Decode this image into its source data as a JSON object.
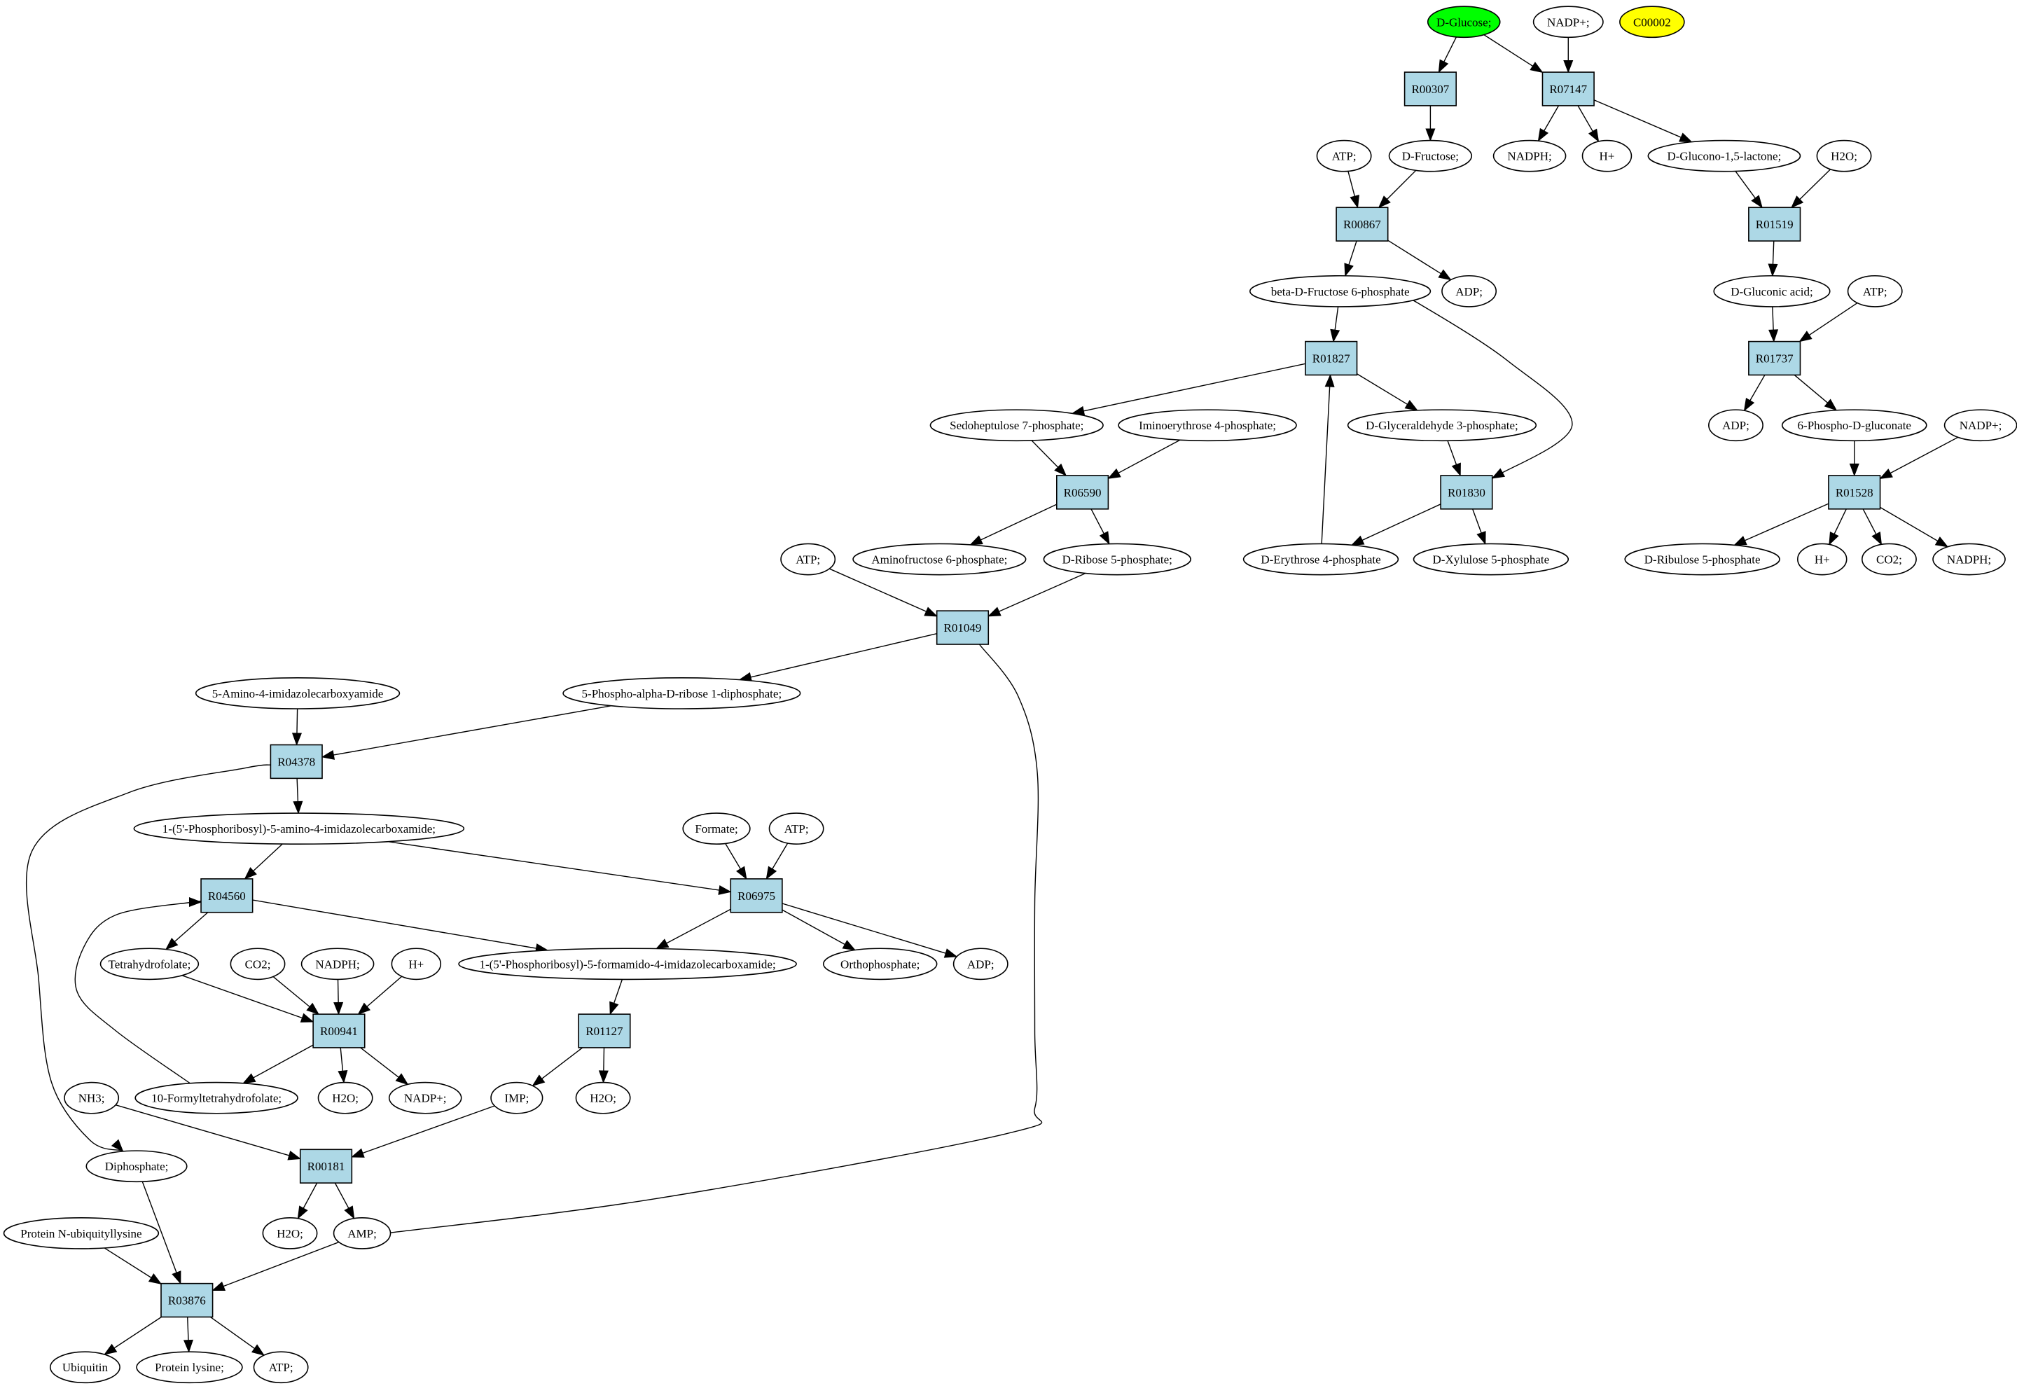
{
  "colors": {
    "reaction_fill": "#add8e6",
    "compound_fill": "#ffffff",
    "start_fill": "#00ff00",
    "target_fill": "#ffff00"
  },
  "reactions": [
    {
      "id": "R00307",
      "label": "R00307"
    },
    {
      "id": "R07147",
      "label": "R07147"
    },
    {
      "id": "R00867",
      "label": "R00867"
    },
    {
      "id": "R01519",
      "label": "R01519"
    },
    {
      "id": "R01827",
      "label": "R01827"
    },
    {
      "id": "R01737",
      "label": "R01737"
    },
    {
      "id": "R06590",
      "label": "R06590"
    },
    {
      "id": "R01830",
      "label": "R01830"
    },
    {
      "id": "R01528",
      "label": "R01528"
    },
    {
      "id": "R01049",
      "label": "R01049"
    },
    {
      "id": "R04378",
      "label": "R04378"
    },
    {
      "id": "R04560",
      "label": "R04560"
    },
    {
      "id": "R06975",
      "label": "R06975"
    },
    {
      "id": "R00941",
      "label": "R00941"
    },
    {
      "id": "R01127",
      "label": "R01127"
    },
    {
      "id": "R00181",
      "label": "R00181"
    },
    {
      "id": "R03876",
      "label": "R03876"
    }
  ],
  "compounds": [
    {
      "id": "glucose",
      "label": "D-Glucose;",
      "role": "start"
    },
    {
      "id": "nadp_a",
      "label": "NADP+;"
    },
    {
      "id": "c00002",
      "label": "C00002",
      "role": "target"
    },
    {
      "id": "atp_a",
      "label": "ATP;"
    },
    {
      "id": "fructose",
      "label": "D-Fructose;"
    },
    {
      "id": "nadph_a",
      "label": "NADPH;"
    },
    {
      "id": "h_a",
      "label": "H+"
    },
    {
      "id": "glucono",
      "label": "D-Glucono-1,5-lactone;"
    },
    {
      "id": "h2o_a",
      "label": "H2O;"
    },
    {
      "id": "f6p",
      "label": "beta-D-Fructose 6-phosphate"
    },
    {
      "id": "adp_a",
      "label": "ADP;"
    },
    {
      "id": "gluconic",
      "label": "D-Gluconic acid;"
    },
    {
      "id": "atp_b",
      "label": "ATP;"
    },
    {
      "id": "s7p",
      "label": "Sedoheptulose 7-phosphate;"
    },
    {
      "id": "iminoe4p",
      "label": "Iminoerythrose 4-phosphate;"
    },
    {
      "id": "g3p",
      "label": "D-Glyceraldehyde 3-phosphate;"
    },
    {
      "id": "adp_b",
      "label": "ADP;"
    },
    {
      "id": "pgluconate",
      "label": "6-Phospho-D-gluconate"
    },
    {
      "id": "nadp_b",
      "label": "NADP+;"
    },
    {
      "id": "atp_c",
      "label": "ATP;"
    },
    {
      "id": "aminof6p",
      "label": "Aminofructose 6-phosphate;"
    },
    {
      "id": "r5p",
      "label": "D-Ribose 5-phosphate;"
    },
    {
      "id": "e4p",
      "label": "D-Erythrose 4-phosphate"
    },
    {
      "id": "xu5p",
      "label": "D-Xylulose 5-phosphate"
    },
    {
      "id": "ru5p",
      "label": "D-Ribulose 5-phosphate"
    },
    {
      "id": "h_b",
      "label": "H+"
    },
    {
      "id": "co2_a",
      "label": "CO2;"
    },
    {
      "id": "nadph_b",
      "label": "NADPH;"
    },
    {
      "id": "aica",
      "label": "5-Amino-4-imidazolecarboxyamide"
    },
    {
      "id": "prpp",
      "label": "5-Phospho-alpha-D-ribose 1-diphosphate;"
    },
    {
      "id": "aicar",
      "label": "1-(5'-Phosphoribosyl)-5-amino-4-imidazolecarboxamide;"
    },
    {
      "id": "formate",
      "label": "Formate;"
    },
    {
      "id": "atp_d",
      "label": "ATP;"
    },
    {
      "id": "thf",
      "label": "Tetrahydrofolate;"
    },
    {
      "id": "co2_b",
      "label": "CO2;"
    },
    {
      "id": "nadph_c",
      "label": "NADPH;"
    },
    {
      "id": "h_c",
      "label": "H+"
    },
    {
      "id": "faicar",
      "label": "1-(5'-Phosphoribosyl)-5-formamido-4-imidazolecarboxamide;"
    },
    {
      "id": "pi",
      "label": "Orthophosphate;"
    },
    {
      "id": "adp_c",
      "label": "ADP;"
    },
    {
      "id": "nh3",
      "label": "NH3;"
    },
    {
      "id": "fthf",
      "label": "10-Formyltetrahydrofolate;"
    },
    {
      "id": "h2o_b",
      "label": "H2O;"
    },
    {
      "id": "nadp_c",
      "label": "NADP+;"
    },
    {
      "id": "imp",
      "label": "IMP;"
    },
    {
      "id": "h2o_c",
      "label": "H2O;"
    },
    {
      "id": "ppi",
      "label": "Diphosphate;"
    },
    {
      "id": "protub",
      "label": "Protein N-ubiquityllysine"
    },
    {
      "id": "h2o_d",
      "label": "H2O;"
    },
    {
      "id": "amp",
      "label": "AMP;"
    },
    {
      "id": "ubiquitin",
      "label": "Ubiquitin"
    },
    {
      "id": "protlys",
      "label": "Protein lysine;"
    },
    {
      "id": "atp_e",
      "label": "ATP;"
    }
  ],
  "edges": [
    [
      "glucose",
      "R00307"
    ],
    [
      "glucose",
      "R07147"
    ],
    [
      "nadp_a",
      "R07147"
    ],
    [
      "R00307",
      "fructose"
    ],
    [
      "R07147",
      "nadph_a"
    ],
    [
      "R07147",
      "h_a"
    ],
    [
      "R07147",
      "glucono"
    ],
    [
      "atp_a",
      "R00867"
    ],
    [
      "fructose",
      "R00867"
    ],
    [
      "glucono",
      "R01519"
    ],
    [
      "h2o_a",
      "R01519"
    ],
    [
      "R00867",
      "f6p"
    ],
    [
      "R00867",
      "adp_a"
    ],
    [
      "R01519",
      "gluconic"
    ],
    [
      "f6p",
      "R01827"
    ],
    [
      "f6p",
      "R01830"
    ],
    [
      "gluconic",
      "R01737"
    ],
    [
      "atp_b",
      "R01737"
    ],
    [
      "R01827",
      "s7p"
    ],
    [
      "R01827",
      "g3p"
    ],
    [
      "R01737",
      "adp_b"
    ],
    [
      "R01737",
      "pgluconate"
    ],
    [
      "s7p",
      "R06590"
    ],
    [
      "iminoe4p",
      "R06590"
    ],
    [
      "g3p",
      "R01830"
    ],
    [
      "pgluconate",
      "R01528"
    ],
    [
      "nadp_b",
      "R01528"
    ],
    [
      "R06590",
      "aminof6p"
    ],
    [
      "R06590",
      "r5p"
    ],
    [
      "R01830",
      "e4p"
    ],
    [
      "R01830",
      "xu5p"
    ],
    [
      "e4p",
      "R01827"
    ],
    [
      "R01528",
      "ru5p"
    ],
    [
      "R01528",
      "h_b"
    ],
    [
      "R01528",
      "co2_a"
    ],
    [
      "R01528",
      "nadph_b"
    ],
    [
      "atp_c",
      "R01049"
    ],
    [
      "r5p",
      "R01049"
    ],
    [
      "R01049",
      "prpp"
    ],
    [
      "R01049",
      "amp"
    ],
    [
      "aica",
      "R04378"
    ],
    [
      "prpp",
      "R04378"
    ],
    [
      "R04378",
      "aicar"
    ],
    [
      "R04378",
      "ppi"
    ],
    [
      "aicar",
      "R04560"
    ],
    [
      "aicar",
      "R06975"
    ],
    [
      "formate",
      "R06975"
    ],
    [
      "atp_d",
      "R06975"
    ],
    [
      "R04560",
      "thf"
    ],
    [
      "R04560",
      "faicar"
    ],
    [
      "R06975",
      "faicar"
    ],
    [
      "R06975",
      "pi"
    ],
    [
      "R06975",
      "adp_c"
    ],
    [
      "thf",
      "R00941"
    ],
    [
      "co2_b",
      "R00941"
    ],
    [
      "nadph_c",
      "R00941"
    ],
    [
      "h_c",
      "R00941"
    ],
    [
      "R00941",
      "fthf"
    ],
    [
      "R00941",
      "h2o_b"
    ],
    [
      "R00941",
      "nadp_c"
    ],
    [
      "fthf",
      "R04560"
    ],
    [
      "faicar",
      "R01127"
    ],
    [
      "R01127",
      "imp"
    ],
    [
      "R01127",
      "h2o_c"
    ],
    [
      "nh3",
      "R00181"
    ],
    [
      "imp",
      "R00181"
    ],
    [
      "R00181",
      "h2o_d"
    ],
    [
      "R00181",
      "amp"
    ],
    [
      "ppi",
      "R03876"
    ],
    [
      "protub",
      "R03876"
    ],
    [
      "amp",
      "R03876"
    ],
    [
      "R03876",
      "ubiquitin"
    ],
    [
      "R03876",
      "protlys"
    ],
    [
      "R03876",
      "atp_e"
    ]
  ]
}
